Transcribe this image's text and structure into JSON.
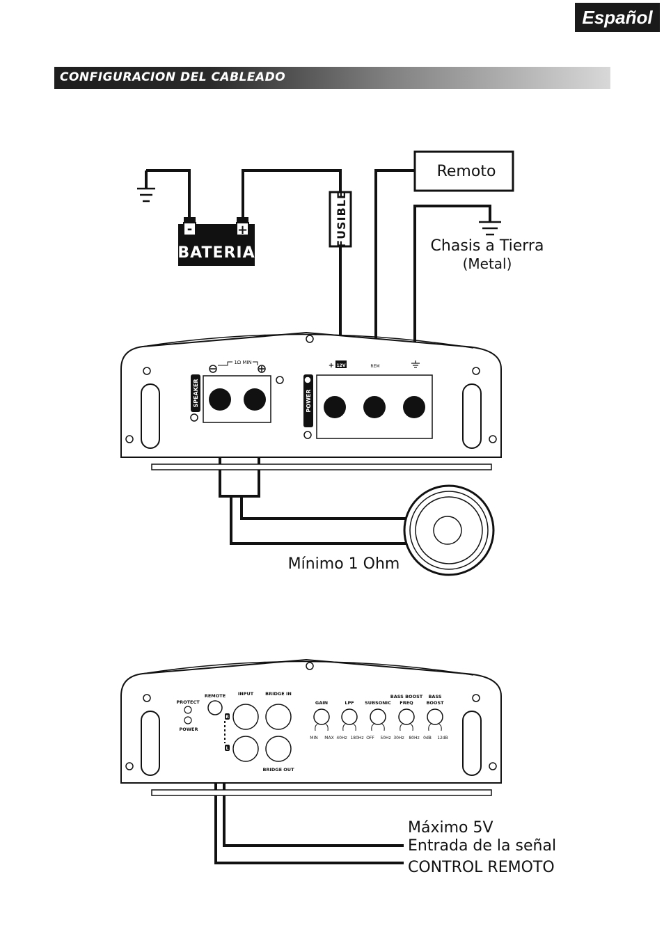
{
  "header": {
    "language": "Español",
    "section_title": "CONFIGURACION DEL CABLEADO"
  },
  "power_diagram": {
    "battery_label": "BATERIA",
    "battery_minus": "-",
    "battery_plus": "+",
    "fuse_label": "FUSIBLE",
    "remote_box_label": "Remoto",
    "chassis_ground_line1": "Chasis a Tierra",
    "chassis_ground_line2": "(Metal)",
    "terminal_12v_plus": "+",
    "terminal_12v_label": "12V",
    "terminal_rem_label": "REM",
    "speaker_panel_label": "SPEAKER",
    "power_panel_label": "POWER",
    "speaker_min_label": "1Ω MIN",
    "speaker_min_ohm_label": "Mínimo 1 Ohm"
  },
  "control_panel": {
    "protect_label": "PROTECT",
    "power_label": "POWER",
    "remote_label": "REMOTE",
    "input_label": "INPUT",
    "bridge_in_label": "BRIDGE IN",
    "bridge_out_label": "BRIDGE OUT",
    "channel_r": "R",
    "channel_l": "L",
    "knobs": [
      {
        "label": "GAIN",
        "label2": "",
        "min": "MIN",
        "max": "MAX"
      },
      {
        "label": "LPF",
        "label2": "",
        "min": "40Hz",
        "max": "180Hz"
      },
      {
        "label": "SUBSONIC",
        "label2": "",
        "min": "OFF",
        "max": "50Hz"
      },
      {
        "label": "BASS BOOST",
        "label2": "FREQ",
        "min": "30Hz",
        "max": "80Hz"
      },
      {
        "label": "BASS",
        "label2": "BOOST",
        "min": "0dB",
        "max": "12dB"
      }
    ],
    "max_voltage_label": "Máximo 5V",
    "signal_input_label": "Entrada de la señal",
    "remote_control_label": "CONTROL REMOTO"
  }
}
